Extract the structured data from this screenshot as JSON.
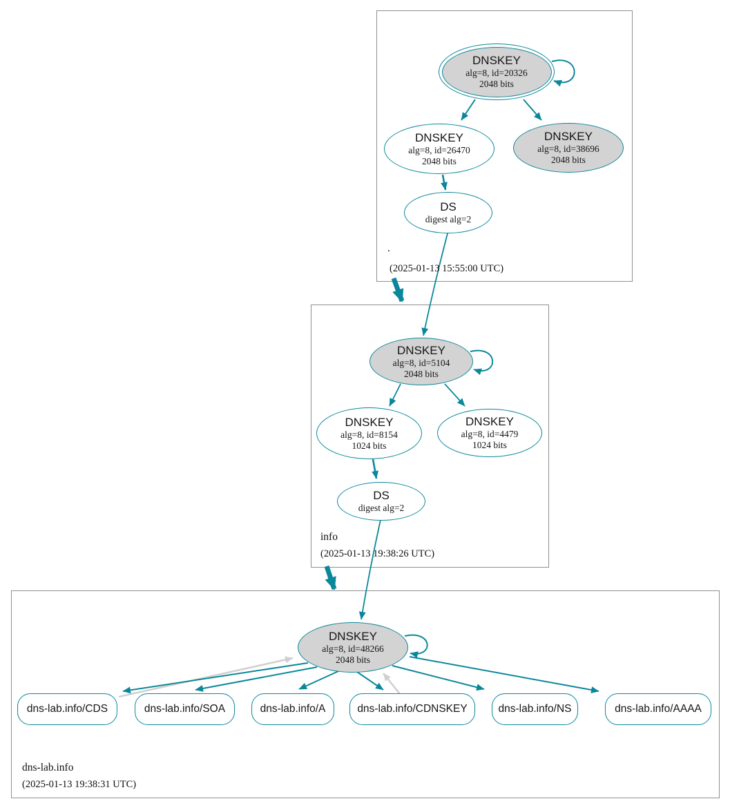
{
  "diagram": {
    "title": "DNSSEC authentication chain graph",
    "colors": {
      "secure": "#0a879a",
      "node_fill": "#d3d3d3",
      "edge_gray": "#d0d0d0",
      "box_border": "#8f8f8f"
    },
    "zones": {
      "root": {
        "name": ".",
        "timestamp": "(2025-01-13 15:55:00 UTC)",
        "nodes": {
          "dnskey_20326": {
            "title": "DNSKEY",
            "alg_id": "alg=8, id=20326",
            "bits": "2048 bits"
          },
          "dnskey_26470": {
            "title": "DNSKEY",
            "alg_id": "alg=8, id=26470",
            "bits": "2048 bits"
          },
          "dnskey_38696": {
            "title": "DNSKEY",
            "alg_id": "alg=8, id=38696",
            "bits": "2048 bits"
          },
          "ds": {
            "title": "DS",
            "digest": "digest alg=2"
          }
        }
      },
      "info": {
        "name": "info",
        "timestamp": "(2025-01-13 19:38:26 UTC)",
        "nodes": {
          "dnskey_5104": {
            "title": "DNSKEY",
            "alg_id": "alg=8, id=5104",
            "bits": "2048 bits"
          },
          "dnskey_8154": {
            "title": "DNSKEY",
            "alg_id": "alg=8, id=8154",
            "bits": "1024 bits"
          },
          "dnskey_4479": {
            "title": "DNSKEY",
            "alg_id": "alg=8, id=4479",
            "bits": "1024 bits"
          },
          "ds": {
            "title": "DS",
            "digest": "digest alg=2"
          }
        }
      },
      "dnslab": {
        "name": "dns-lab.info",
        "timestamp": "(2025-01-13 19:38:31 UTC)",
        "nodes": {
          "dnskey_48266": {
            "title": "DNSKEY",
            "alg_id": "alg=8, id=48266",
            "bits": "2048 bits"
          }
        },
        "rrsets": [
          {
            "label": "dns-lab.info/CDS"
          },
          {
            "label": "dns-lab.info/SOA"
          },
          {
            "label": "dns-lab.info/A"
          },
          {
            "label": "dns-lab.info/CDNSKEY"
          },
          {
            "label": "dns-lab.info/NS"
          },
          {
            "label": "dns-lab.info/AAAA"
          }
        ]
      }
    }
  }
}
